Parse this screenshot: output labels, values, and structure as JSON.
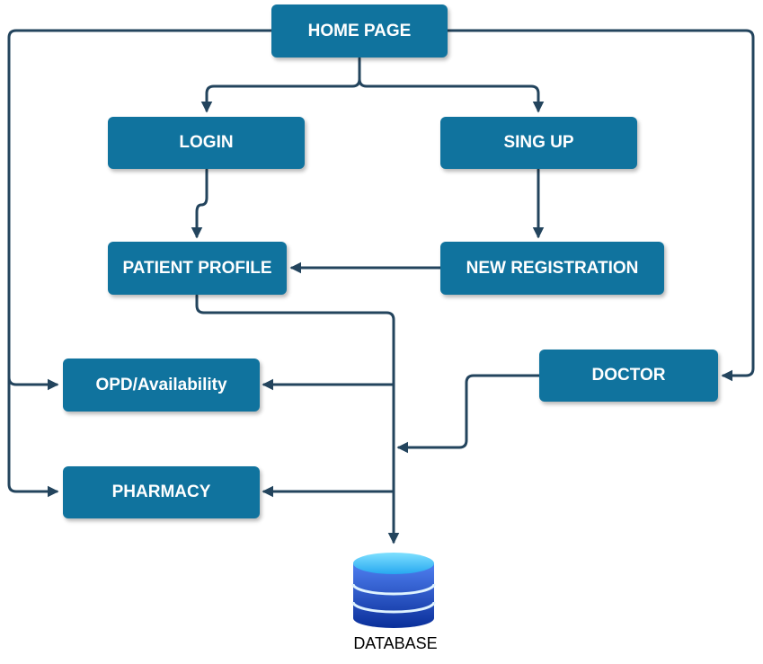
{
  "colors": {
    "node_fill": "#10739e",
    "node_text": "#ffffff",
    "edge": "#23445d",
    "database_top": "#5ed0ff",
    "database_mid": "#3b6fe0",
    "database_dark": "#0a2f9a"
  },
  "nodes": {
    "home": "HOME PAGE",
    "login": "LOGIN",
    "signup": "SING UP",
    "patient_profile": "PATIENT PROFILE",
    "new_registration": "NEW REGISTRATION",
    "opd": "OPD/Availability",
    "doctor": "DOCTOR",
    "pharmacy": "PHARMACY"
  },
  "database": {
    "label": "DATABASE",
    "icon": "database-cylinder-icon"
  }
}
